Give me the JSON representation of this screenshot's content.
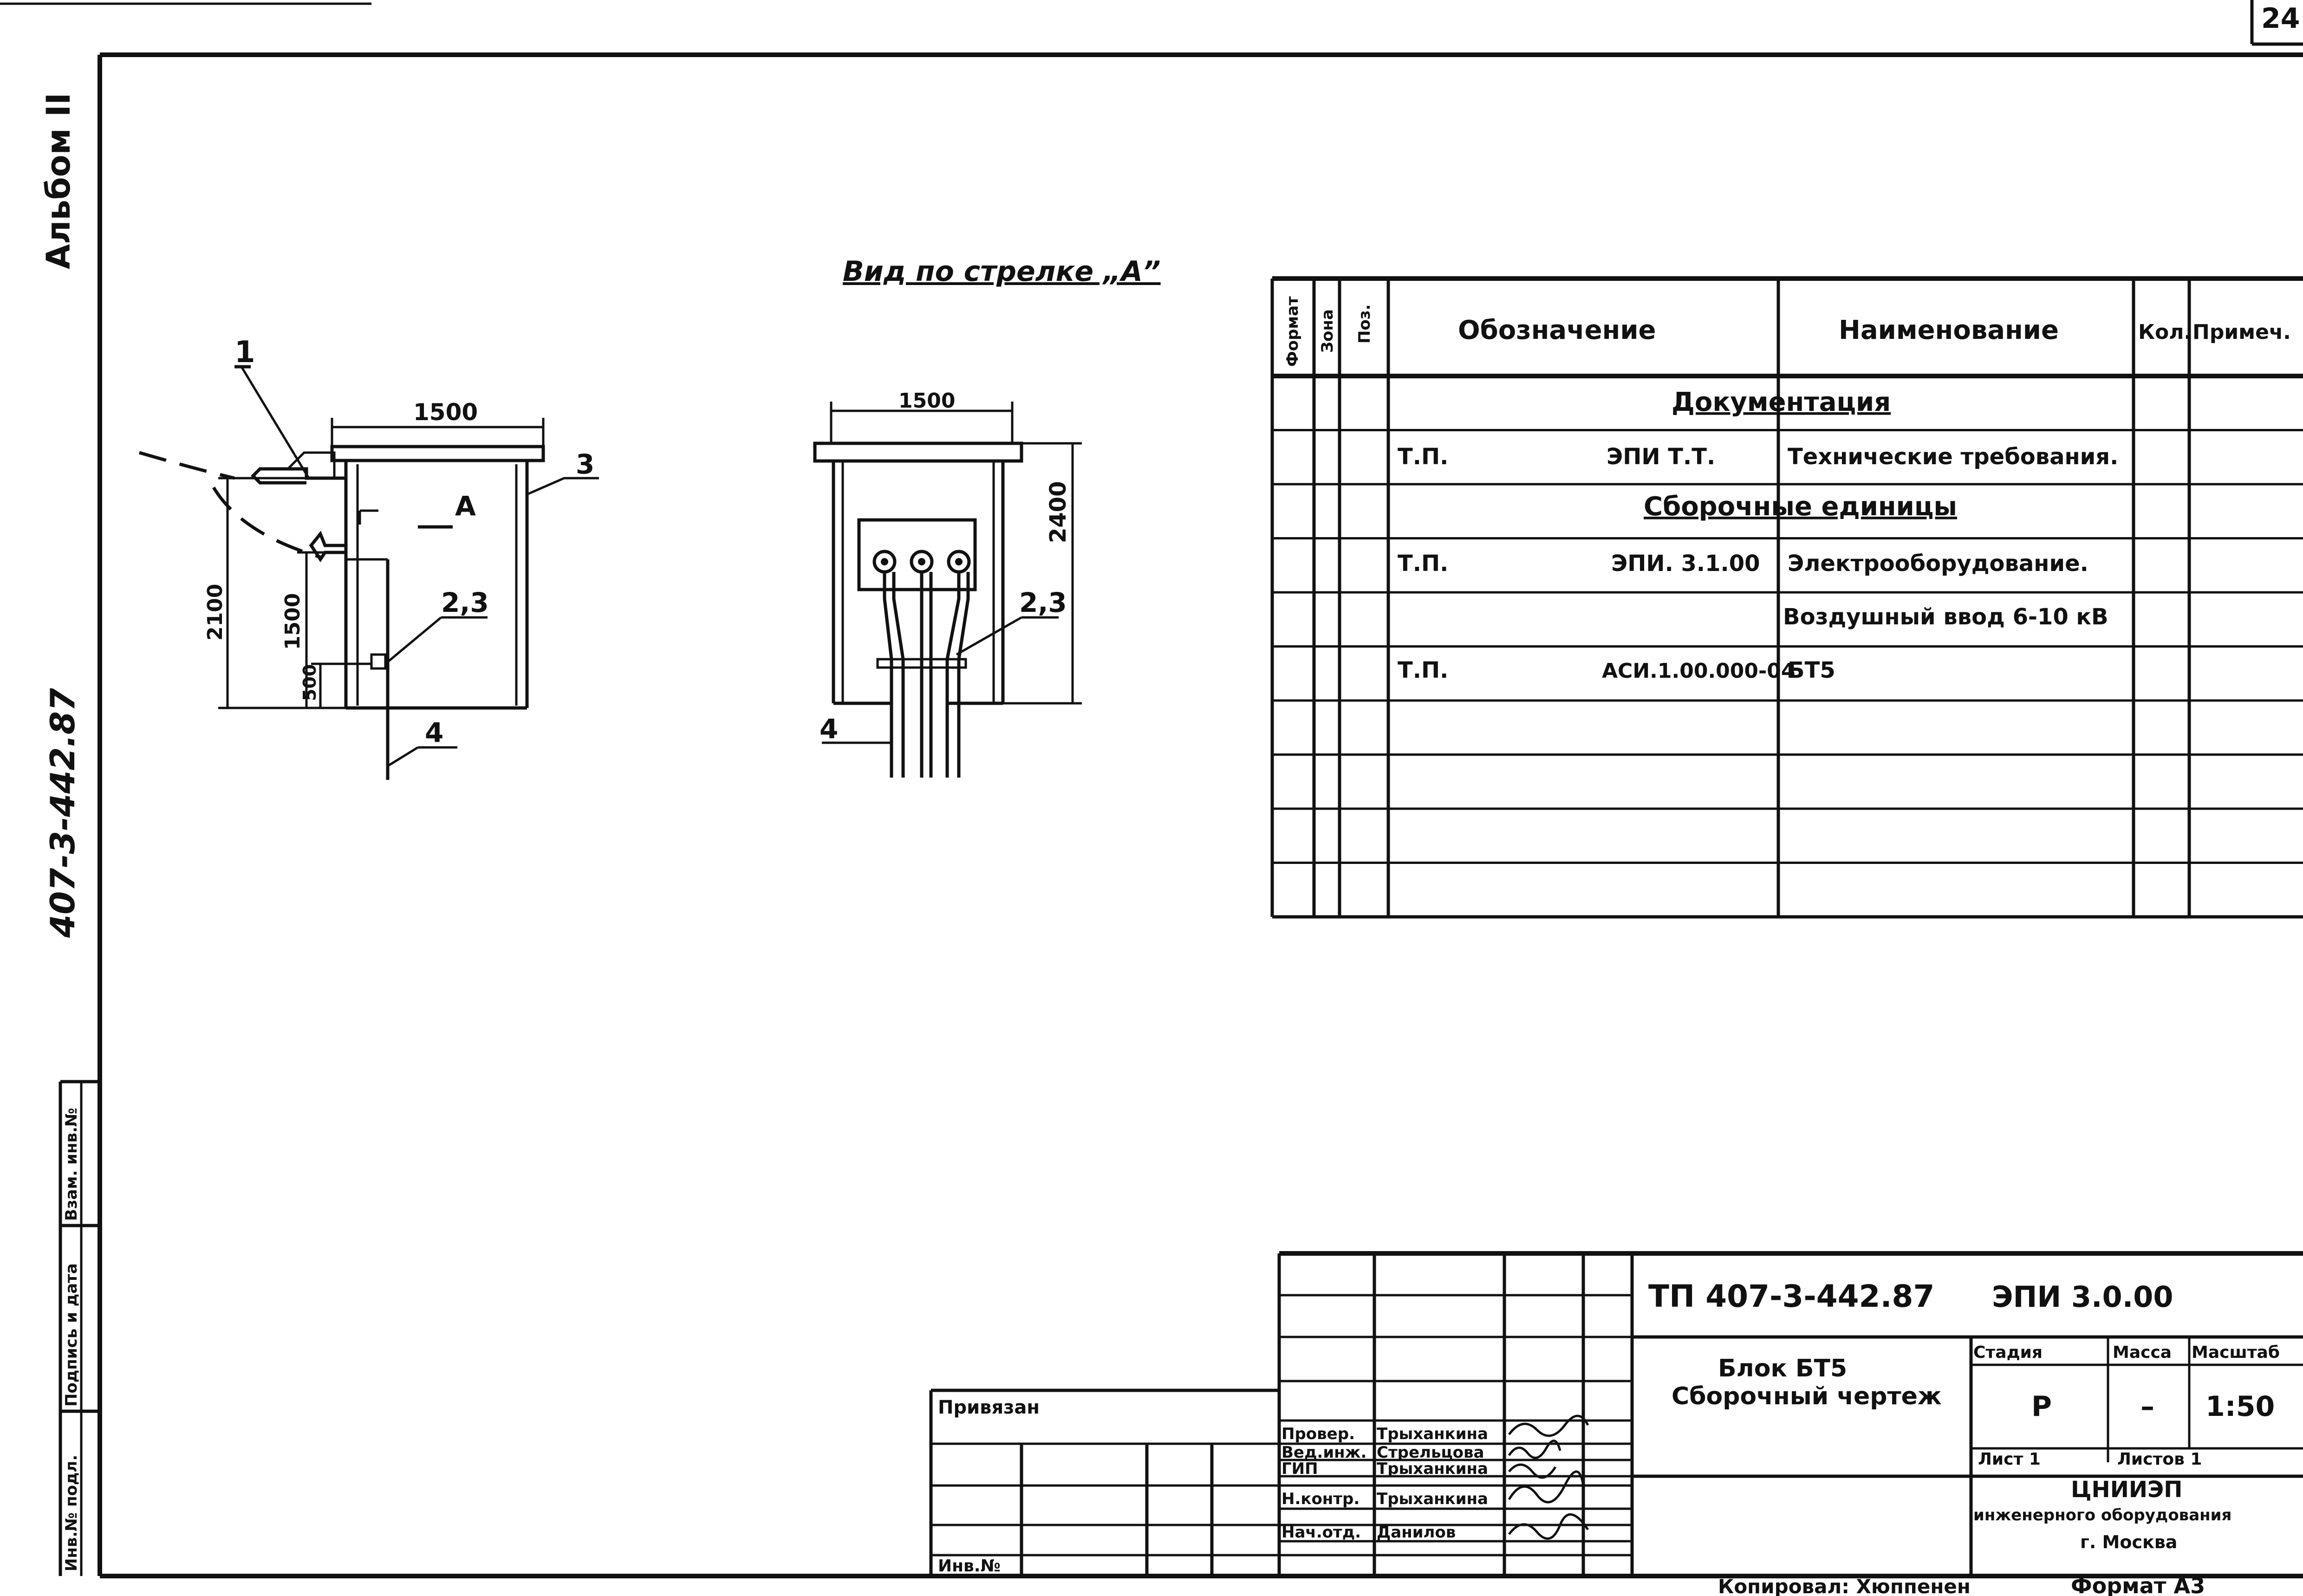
{
  "sheet": {
    "page_number": "24",
    "album": "Альбом II",
    "project_code_vertical": "407-3-442.87"
  },
  "left_stamp": {
    "inv_podl": "Инв.№ подл.",
    "podpis_data": "Подпись и дата",
    "vzam_inv": "Взам. инв.№"
  },
  "drawing": {
    "view_title": "Вид по стрелке „А”",
    "side_view": {
      "width_label": "1500",
      "height_total": "2100",
      "height_mid": "1500",
      "height_low": "500",
      "callout_1": "1",
      "callout_3": "3",
      "callout_23": "2,3",
      "callout_4": "4",
      "arrow_label": "A"
    },
    "front_view": {
      "width_label": "1500",
      "height_label": "2400",
      "callout_23": "2,3",
      "callout_4": "4"
    }
  },
  "spec_table": {
    "headers": {
      "format": "Формат",
      "zone": "Зона",
      "pos": "Поз.",
      "designation": "Обозначение",
      "name": "Наименование",
      "qty": "Кол.",
      "note": "Примеч."
    },
    "rows": [
      {
        "type": "section",
        "text": "Документация"
      },
      {
        "type": "item",
        "prefix": "Т.П.",
        "designation": "ЭПИ Т.Т.",
        "name": "Технические требования."
      },
      {
        "type": "section",
        "text": "Сборочные единицы"
      },
      {
        "type": "item",
        "prefix": "Т.П.",
        "designation": "ЭПИ. 3.1.00",
        "name": "Электрооборудование."
      },
      {
        "type": "item",
        "prefix": "",
        "designation": "",
        "name": "Воздушный ввод 6-10 кВ"
      },
      {
        "type": "item",
        "prefix": "Т.П.",
        "designation": "АСИ.1.00.000-04",
        "name": "БТ5"
      },
      {
        "type": "empty"
      },
      {
        "type": "empty"
      },
      {
        "type": "empty"
      },
      {
        "type": "empty"
      }
    ]
  },
  "title_block": {
    "privyazan": "Привязан",
    "inv_no": "Инв.№",
    "project": "ТП 407-3-442.87",
    "code": "ЭПИ 3.0.00",
    "title_line1": "Блок БТ5",
    "title_line2": "Сборочный чертеж",
    "stage_header": "Стадия",
    "mass_header": "Масса",
    "scale_header": "Масштаб",
    "stage": "Р",
    "mass": "–",
    "scale": "1:50",
    "sheet": "Лист 1",
    "sheets": "Листов 1",
    "org_line1": "ЦНИИЭП",
    "org_line2": "инженерного оборудования",
    "org_line3": "г. Москва",
    "roles": [
      {
        "role": "Провер.",
        "name": "Трыханкина"
      },
      {
        "role": "Вед.инж.",
        "name": "Стрельцова"
      },
      {
        "role": "ГИП",
        "name": "Трыханкина"
      },
      {
        "role": "Н.контр.",
        "name": "Трыханкина"
      },
      {
        "role": "Нач.отд.",
        "name": "Данилов"
      }
    ]
  },
  "footer": {
    "copied": "Копировал: Хюппенен",
    "format": "Формат А3"
  }
}
